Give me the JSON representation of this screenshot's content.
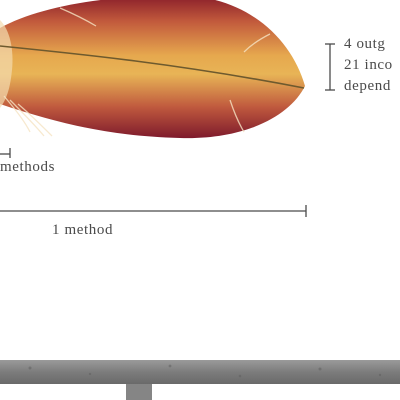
{
  "annotations": {
    "methods_label": "methods",
    "one_method_label": "1 method",
    "dependency_lines": [
      "4 outg",
      "21 inco",
      "depend"
    ]
  },
  "colors": {
    "feather_base": "#e0a24a",
    "feather_edge": "#8a1e2a",
    "feather_shaft": "#6e5a2e",
    "annotation": "#4a4a4a",
    "stone": "#7a7a7a"
  }
}
